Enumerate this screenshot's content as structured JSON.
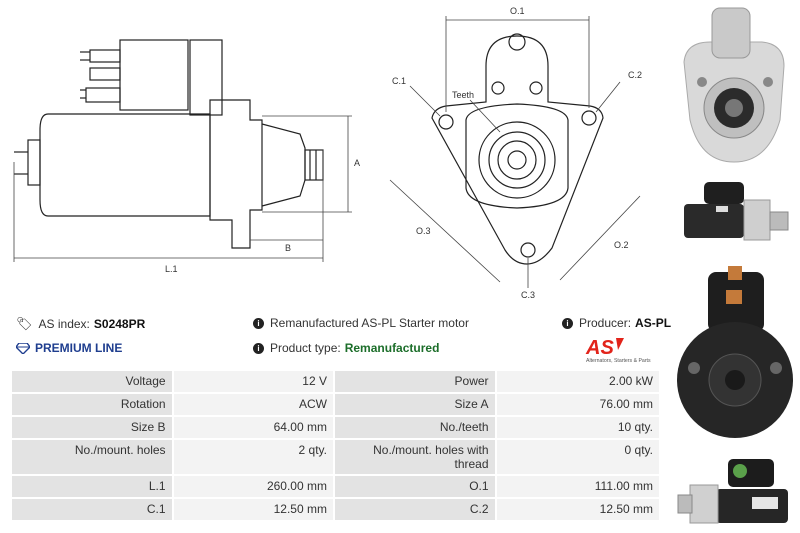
{
  "drawing_labels": {
    "a": "A",
    "b": "B",
    "l1": "L.1",
    "o1": "O.1",
    "o2": "O.2",
    "o3": "O.3",
    "c1": "C.1",
    "c2": "C.2",
    "c3": "C.3",
    "teeth": "Teeth"
  },
  "info": {
    "as_index_label": "AS index:",
    "as_index_value": "S0248PR",
    "description": "Remanufactured AS-PL Starter motor",
    "producer_label": "Producer:",
    "producer_value": "AS-PL",
    "premium_line": "PREMIUM LINE",
    "product_type_label": "Product type:",
    "product_type_value": "Remanufactured"
  },
  "logo": {
    "mark": "AS",
    "tagline": "Alternators, Starters & Parts",
    "color": "#e2231a"
  },
  "specs": [
    [
      "Voltage",
      "12 V",
      "Power",
      "2.00 kW"
    ],
    [
      "Rotation",
      "ACW",
      "Size A",
      "76.00 mm"
    ],
    [
      "Size B",
      "64.00 mm",
      "No./teeth",
      "10 qty."
    ],
    [
      "No./mount. holes",
      "2 qty.",
      "No./mount. holes with thread",
      "0 qty."
    ],
    [
      "L.1",
      "260.00 mm",
      "O.1",
      "111.00 mm"
    ],
    [
      "C.1",
      "12.50 mm",
      "C.2",
      "12.50 mm"
    ]
  ],
  "colors": {
    "premium": "#1f3e8f",
    "remanufactured": "#1c6e2a",
    "brand_red": "#e2231a"
  }
}
